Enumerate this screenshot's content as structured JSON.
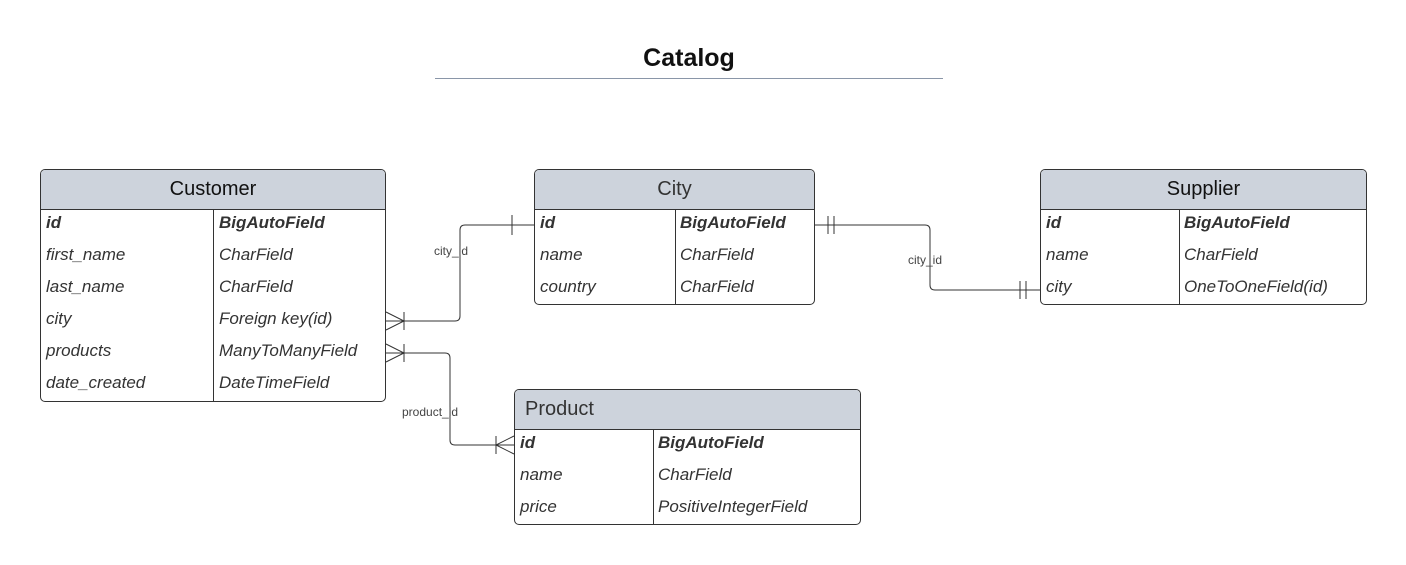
{
  "diagram": {
    "title": "Catalog",
    "entities": {
      "customer": {
        "name": "Customer",
        "fields": [
          {
            "name": "id",
            "type": "BigAutoField",
            "pk": true
          },
          {
            "name": "first_name",
            "type": "CharField"
          },
          {
            "name": "last_name",
            "type": "CharField"
          },
          {
            "name": "city",
            "type": "Foreign key(id)"
          },
          {
            "name": "products",
            "type": "ManyToManyField"
          },
          {
            "name": "date_created",
            "type": "DateTimeField"
          }
        ]
      },
      "city": {
        "name": "City",
        "fields": [
          {
            "name": "id",
            "type": "BigAutoField",
            "pk": true
          },
          {
            "name": "name",
            "type": "CharField"
          },
          {
            "name": "country",
            "type": "CharField"
          }
        ]
      },
      "supplier": {
        "name": "Supplier",
        "fields": [
          {
            "name": "id",
            "type": "BigAutoField",
            "pk": true
          },
          {
            "name": "name",
            "type": "CharField"
          },
          {
            "name": "city",
            "type": "OneToOneField(id)"
          }
        ]
      },
      "product": {
        "name": "Product",
        "fields": [
          {
            "name": "id",
            "type": "BigAutoField",
            "pk": true
          },
          {
            "name": "name",
            "type": "CharField"
          },
          {
            "name": "price",
            "type": "PositiveIntegerField"
          }
        ]
      }
    },
    "relations": [
      {
        "label": "city_id",
        "from": "customer.city",
        "to": "city.id",
        "from_end": "many",
        "to_end": "one"
      },
      {
        "label": "city_id",
        "from": "city.id",
        "to": "supplier.city",
        "from_end": "one-and-only-one",
        "to_end": "one-and-only-one"
      },
      {
        "label": "product_id",
        "from": "customer.products",
        "to": "product.id",
        "from_end": "many",
        "to_end": "many"
      }
    ]
  },
  "colors": {
    "header_fill": "#cdd3dc",
    "border": "#333333",
    "title_rule": "#8a96a8"
  }
}
